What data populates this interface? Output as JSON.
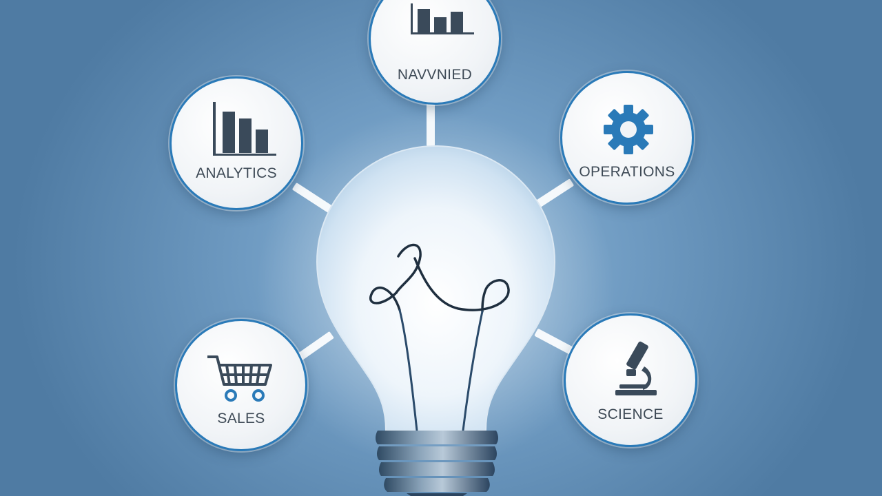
{
  "nodes": {
    "top": {
      "label": "NAVVNIED",
      "icon": "bar-chart-icon"
    },
    "left_upper": {
      "label": "ANALYTICS",
      "icon": "bar-chart-icon"
    },
    "right_upper": {
      "label": "OPERATIONS",
      "icon": "gear-icon"
    },
    "left_lower": {
      "label": "SALES",
      "icon": "shopping-cart-icon"
    },
    "right_lower": {
      "label": "SCIENCE",
      "icon": "microscope-icon"
    }
  },
  "center": {
    "icon": "lightbulb-icon",
    "filament_glyph": "lambda-filament"
  },
  "colors": {
    "accent": "#2a7ab8",
    "icon_dark": "#3a4a5a",
    "background": "#6f9bc2"
  }
}
